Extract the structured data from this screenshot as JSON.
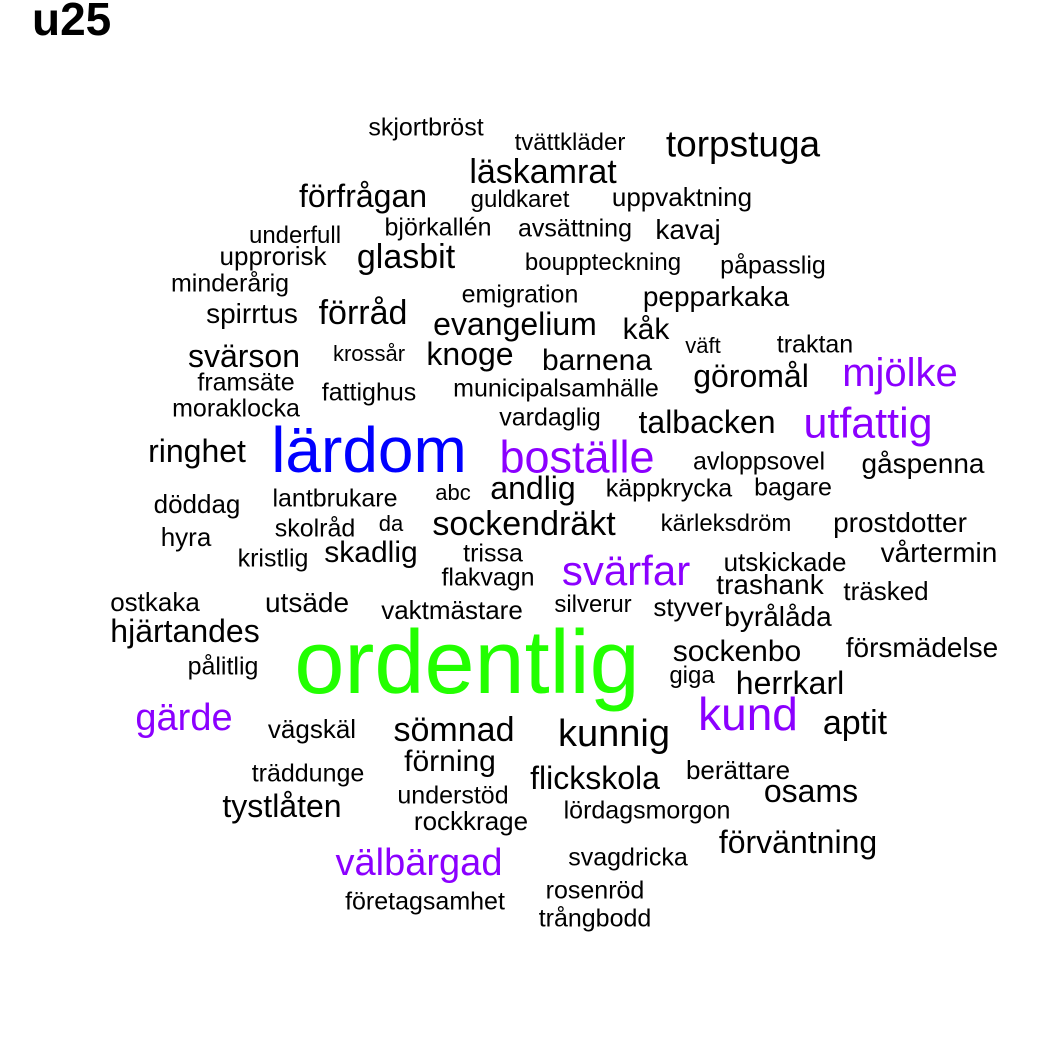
{
  "title": "u25",
  "colors": {
    "default": "#000000",
    "purple": "#8B00FF",
    "blue": "#0000FF",
    "green": "#22FF00"
  },
  "words": [
    {
      "text": "skjortbröst",
      "color": "default"
    },
    {
      "text": "tvättkläder",
      "color": "default"
    },
    {
      "text": "torpstuga",
      "color": "default"
    },
    {
      "text": "läskamrat",
      "color": "default"
    },
    {
      "text": "förfrågan",
      "color": "default"
    },
    {
      "text": "guldkaret",
      "color": "default"
    },
    {
      "text": "uppvaktning",
      "color": "default"
    },
    {
      "text": "underfull",
      "color": "default"
    },
    {
      "text": "björkallén",
      "color": "default"
    },
    {
      "text": "avsättning",
      "color": "default"
    },
    {
      "text": "kavaj",
      "color": "default"
    },
    {
      "text": "upprorisk",
      "color": "default"
    },
    {
      "text": "glasbit",
      "color": "default"
    },
    {
      "text": "bouppteckning",
      "color": "default"
    },
    {
      "text": "påpasslig",
      "color": "default"
    },
    {
      "text": "minderårig",
      "color": "default"
    },
    {
      "text": "emigration",
      "color": "default"
    },
    {
      "text": "pepparkaka",
      "color": "default"
    },
    {
      "text": "spirrtus",
      "color": "default"
    },
    {
      "text": "förråd",
      "color": "default"
    },
    {
      "text": "evangelium",
      "color": "default"
    },
    {
      "text": "kåk",
      "color": "default"
    },
    {
      "text": "väft",
      "color": "default"
    },
    {
      "text": "traktan",
      "color": "default"
    },
    {
      "text": "svärson",
      "color": "default"
    },
    {
      "text": "krossår",
      "color": "default"
    },
    {
      "text": "knoge",
      "color": "default"
    },
    {
      "text": "barnena",
      "color": "default"
    },
    {
      "text": "göromål",
      "color": "default"
    },
    {
      "text": "mjölke",
      "color": "purple"
    },
    {
      "text": "framsäte",
      "color": "default"
    },
    {
      "text": "fattighus",
      "color": "default"
    },
    {
      "text": "municipalsamhälle",
      "color": "default"
    },
    {
      "text": "moraklocka",
      "color": "default"
    },
    {
      "text": "vardaglig",
      "color": "default"
    },
    {
      "text": "talbacken",
      "color": "default"
    },
    {
      "text": "utfattig",
      "color": "purple"
    },
    {
      "text": "ringhet",
      "color": "default"
    },
    {
      "text": "lärdom",
      "color": "blue"
    },
    {
      "text": "boställe",
      "color": "purple"
    },
    {
      "text": "avloppsovel",
      "color": "default"
    },
    {
      "text": "gåspenna",
      "color": "default"
    },
    {
      "text": "döddag",
      "color": "default"
    },
    {
      "text": "lantbrukare",
      "color": "default"
    },
    {
      "text": "abc",
      "color": "default"
    },
    {
      "text": "andlig",
      "color": "default"
    },
    {
      "text": "käppkrycka",
      "color": "default"
    },
    {
      "text": "bagare",
      "color": "default"
    },
    {
      "text": "hyra",
      "color": "default"
    },
    {
      "text": "skolråd",
      "color": "default"
    },
    {
      "text": "da",
      "color": "default"
    },
    {
      "text": "sockendräkt",
      "color": "default"
    },
    {
      "text": "kärleksdröm",
      "color": "default"
    },
    {
      "text": "prostdotter",
      "color": "default"
    },
    {
      "text": "kristlig",
      "color": "default"
    },
    {
      "text": "skadlig",
      "color": "default"
    },
    {
      "text": "trissa",
      "color": "default"
    },
    {
      "text": "svärfar",
      "color": "purple"
    },
    {
      "text": "utskickade",
      "color": "default"
    },
    {
      "text": "vårtermin",
      "color": "default"
    },
    {
      "text": "flakvagn",
      "color": "default"
    },
    {
      "text": "trashank",
      "color": "default"
    },
    {
      "text": "träsked",
      "color": "default"
    },
    {
      "text": "ostkaka",
      "color": "default"
    },
    {
      "text": "utsäde",
      "color": "default"
    },
    {
      "text": "vaktmästare",
      "color": "default"
    },
    {
      "text": "silverur",
      "color": "default"
    },
    {
      "text": "styver",
      "color": "default"
    },
    {
      "text": "byrålåda",
      "color": "default"
    },
    {
      "text": "hjärtandes",
      "color": "default"
    },
    {
      "text": "ordentlig",
      "color": "green"
    },
    {
      "text": "sockenbo",
      "color": "default"
    },
    {
      "text": "försmädelse",
      "color": "default"
    },
    {
      "text": "pålitlig",
      "color": "default"
    },
    {
      "text": "giga",
      "color": "default"
    },
    {
      "text": "herrkarl",
      "color": "default"
    },
    {
      "text": "gärde",
      "color": "purple"
    },
    {
      "text": "kund",
      "color": "purple"
    },
    {
      "text": "aptit",
      "color": "default"
    },
    {
      "text": "vägskäl",
      "color": "default"
    },
    {
      "text": "sömnad",
      "color": "default"
    },
    {
      "text": "kunnig",
      "color": "default"
    },
    {
      "text": "förning",
      "color": "default"
    },
    {
      "text": "träddunge",
      "color": "default"
    },
    {
      "text": "flickskola",
      "color": "default"
    },
    {
      "text": "berättare",
      "color": "default"
    },
    {
      "text": "tystlåten",
      "color": "default"
    },
    {
      "text": "understöd",
      "color": "default"
    },
    {
      "text": "osams",
      "color": "default"
    },
    {
      "text": "rockkrage",
      "color": "default"
    },
    {
      "text": "lördagsmorgon",
      "color": "default"
    },
    {
      "text": "förväntning",
      "color": "default"
    },
    {
      "text": "välbärgad",
      "color": "purple"
    },
    {
      "text": "svagdricka",
      "color": "default"
    },
    {
      "text": "rosenröd",
      "color": "default"
    },
    {
      "text": "företagsamhet",
      "color": "default"
    },
    {
      "text": "trångbodd",
      "color": "default"
    }
  ]
}
